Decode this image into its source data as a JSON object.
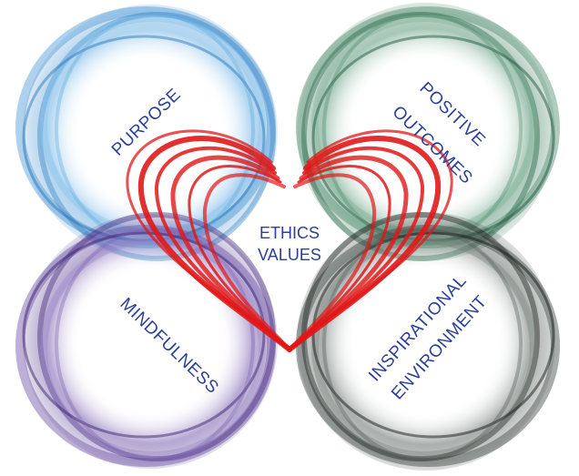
{
  "labels": {
    "purpose": "PURPOSE",
    "positive_outcomes_line1": "POSITIVE",
    "positive_outcomes_line2": "OUTCOMES",
    "mindfulness": "MINDFULNESS",
    "inspirational_line1": "INSPIRATIONAL",
    "inspirational_line2": "ENVIRONMENT",
    "ethics": "ETHICS",
    "values": "VALUES"
  },
  "colors": {
    "purpose_ring": "#3a8fd0",
    "outcomes_ring": "#3f7f5f",
    "mindfulness_ring": "#5a3d8f",
    "inspirational_ring": "#2e3a35",
    "heart": "#e01818",
    "text": "#2d3f9a"
  }
}
